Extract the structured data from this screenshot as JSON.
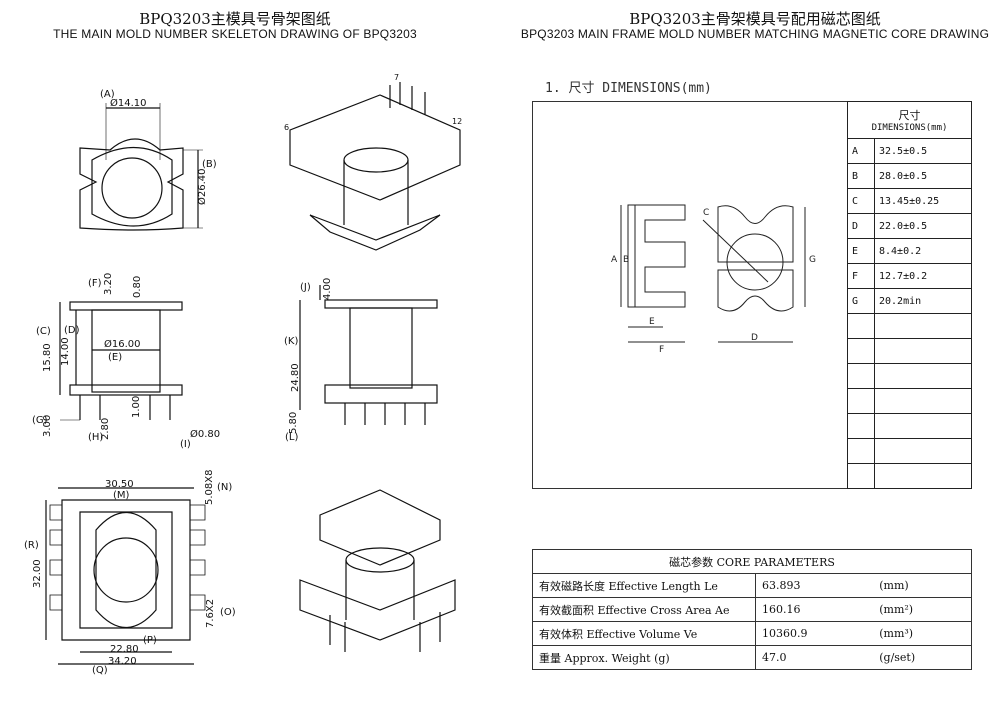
{
  "left": {
    "title_cn": "BPQ3203主模具号骨架图纸",
    "title_en": "THE MAIN MOLD NUMBER SKELETON DRAWING OF BPQ3203",
    "top_view": {
      "label_a": "(A)",
      "dim_a": "Ø14.10",
      "label_b": "(B)",
      "dim_b": "Ø26.40"
    },
    "front_view": {
      "label_f": "(F)",
      "dim_f": "3.20",
      "dim_080": "0.80",
      "label_c": "(C)",
      "dim_c": "15.80",
      "label_d": "(D)",
      "dim_d": "14.00",
      "dim_e": "Ø16.00",
      "label_e": "(E)",
      "label_g": "(G)",
      "dim_g": "3.00",
      "label_h": "(H)",
      "dim_h": "2.80",
      "dim_100": "1.00",
      "label_i": "(I)",
      "dim_i": "Ø0.80"
    },
    "side_view": {
      "label_j": "(J)",
      "dim_j": "4.00",
      "label_k": "(K)",
      "dim_k": "24.80",
      "label_l": "(L)",
      "dim_l": "5.80"
    },
    "bottom_view": {
      "dim_m": "30.50",
      "label_m": "(M)",
      "dim_n": "5.08X8",
      "label_n": "(N)",
      "label_r": "(R)",
      "dim_r": "32.00",
      "dim_o": "7.6X2",
      "label_o": "(O)",
      "dim_p": "22.80",
      "label_p": "(P)",
      "dim_q": "34.20",
      "label_q": "(Q)"
    },
    "iso_pins": {
      "pin7": "7",
      "pin6": "6",
      "pin12": "12"
    }
  },
  "right": {
    "title_cn": "BPQ3203主骨架模具号配用磁芯图纸",
    "title_en": "BPQ3203 MAIN FRAME MOLD NUMBER MATCHING MAGNETIC CORE DRAWING",
    "section": "1. 尺寸 DIMENSIONS(mm)",
    "drawing_labels": {
      "a": "A",
      "b": "B",
      "c": "C",
      "d": "D",
      "e": "E",
      "f": "F",
      "g": "G"
    },
    "dim_header_cn": "尺寸",
    "dim_header_en": "DIMENSIONS(mm)",
    "dims": [
      {
        "k": "A",
        "v": "32.5±0.5"
      },
      {
        "k": "B",
        "v": "28.0±0.5"
      },
      {
        "k": "C",
        "v": "13.45±0.25"
      },
      {
        "k": "D",
        "v": "22.0±0.5"
      },
      {
        "k": "E",
        "v": "8.4±0.2"
      },
      {
        "k": "F",
        "v": "12.7±0.2"
      },
      {
        "k": "G",
        "v": "20.2min"
      }
    ],
    "core": {
      "header": "磁芯参数   CORE PARAMETERS",
      "rows": [
        {
          "label": "有效磁路长度 Effective Length  Le",
          "value": "63.893",
          "unit": "(mm)"
        },
        {
          "label": "有效截面积 Effective Cross Area Ae",
          "value": "160.16",
          "unit": "(mm²)"
        },
        {
          "label": "有效体积 Effective Volume Ve",
          "value": "10360.9",
          "unit": "(mm³)"
        },
        {
          "label": "重量 Approx. Weight (g)",
          "value": "47.0",
          "unit": "(g/set)"
        }
      ]
    }
  }
}
